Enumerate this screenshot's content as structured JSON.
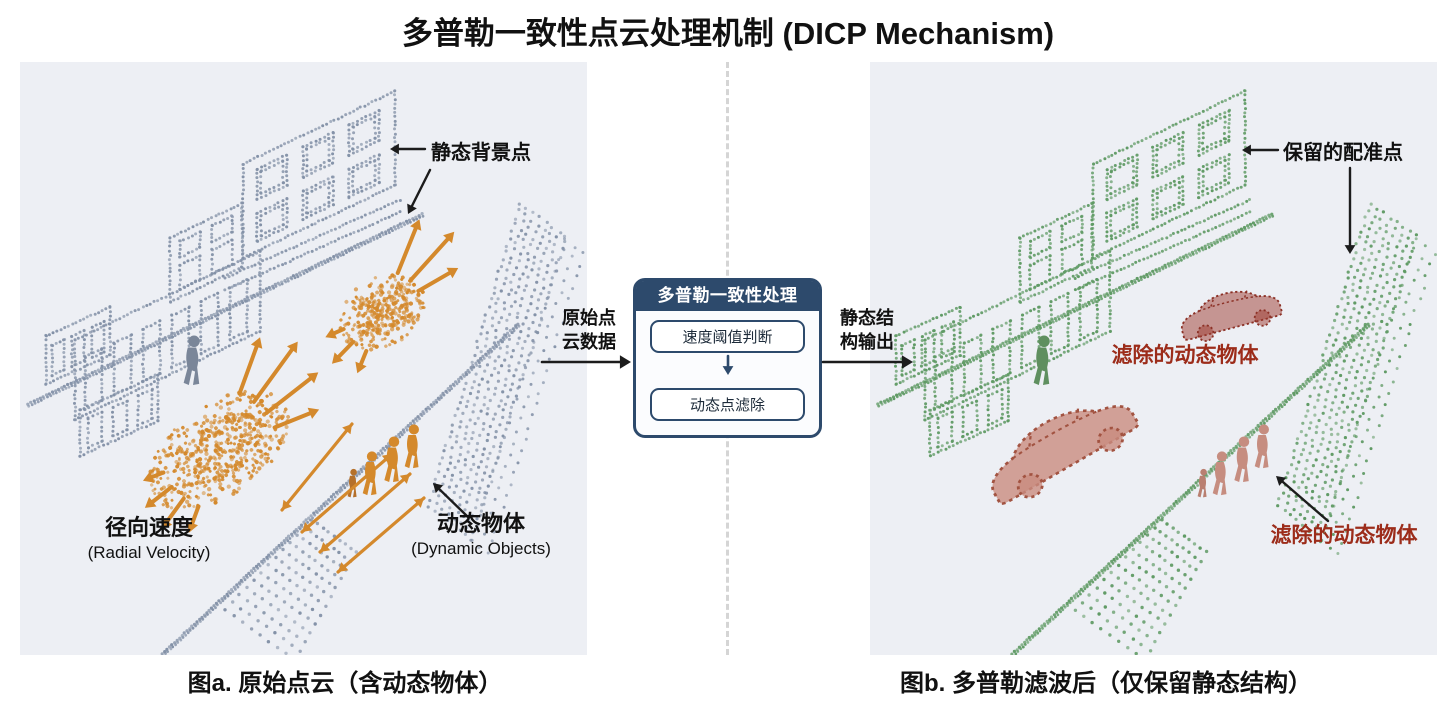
{
  "title": "多普勒一致性点云处理机制 (DICP Mechanism)",
  "panel_a": {
    "caption": "图a. 原始点云（含动态物体）",
    "label_static_background": "静态背景点",
    "label_radial_velocity_cn": "径向速度",
    "label_radial_velocity_en": "(Radial Velocity)",
    "label_dynamic_objects_cn": "动态物体",
    "label_dynamic_objects_en": "(Dynamic Objects)"
  },
  "flow": {
    "input_line1": "原始点",
    "input_line2": "云数据",
    "box_title": "多普勒一致性处理",
    "step_velocity_threshold": "速度阈值判断",
    "step_dynamic_filter": "动态点滤除",
    "output_line1": "静态结",
    "output_line2": "构输出"
  },
  "panel_b": {
    "caption": "图b. 多普勒滤波后（仅保留静态结构）",
    "label_kept_points": "保留的配准点",
    "label_removed_dynamic_1": "滤除的动态物体",
    "label_removed_dynamic_2": "滤除的动态物体"
  },
  "colors": {
    "panel_bg": "#edeff4",
    "divider": "#d5d5d5",
    "static_points_blue": "#8391a7",
    "static_person_blue": "#7a8699",
    "static_points_green": "#5f9a64",
    "static_person_green": "#5f8f5f",
    "dynamic_orange": "#d4892c",
    "dynamic_orange_dark": "#b5702a",
    "removed_label_red": "#9c2c1a",
    "removed_car_stroke": "#8c3126",
    "removed_car_fill": "rgba(158,60,48,0.5)",
    "removed_car2_stroke": "#a25341",
    "removed_car2_fill": "rgba(201,140,128,0.8)",
    "removed_pink": "#c68d80",
    "removed_pink_dark": "#b97f70",
    "flow_navy": "#2d4a6c",
    "arrow_black": "#1c1c1c"
  }
}
